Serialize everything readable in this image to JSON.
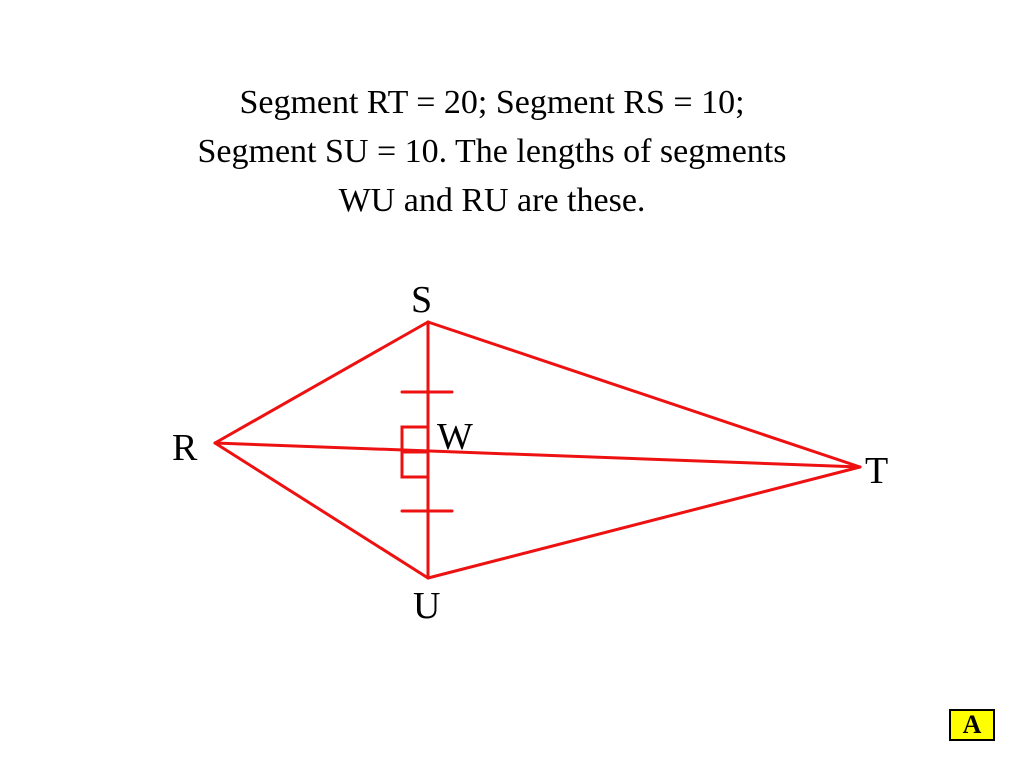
{
  "prompt": {
    "line1": "Segment RT = 20; Segment RS = 10;",
    "line2": "Segment SU = 10.  The lengths of segments",
    "line3": "WU and RU are these."
  },
  "diagram": {
    "line_color": "#ee1111",
    "labels": {
      "S": "S",
      "W": "W",
      "R": "R",
      "T": "T",
      "U": "U"
    }
  },
  "answer_button": {
    "label": "A",
    "color": "#ffff00"
  }
}
